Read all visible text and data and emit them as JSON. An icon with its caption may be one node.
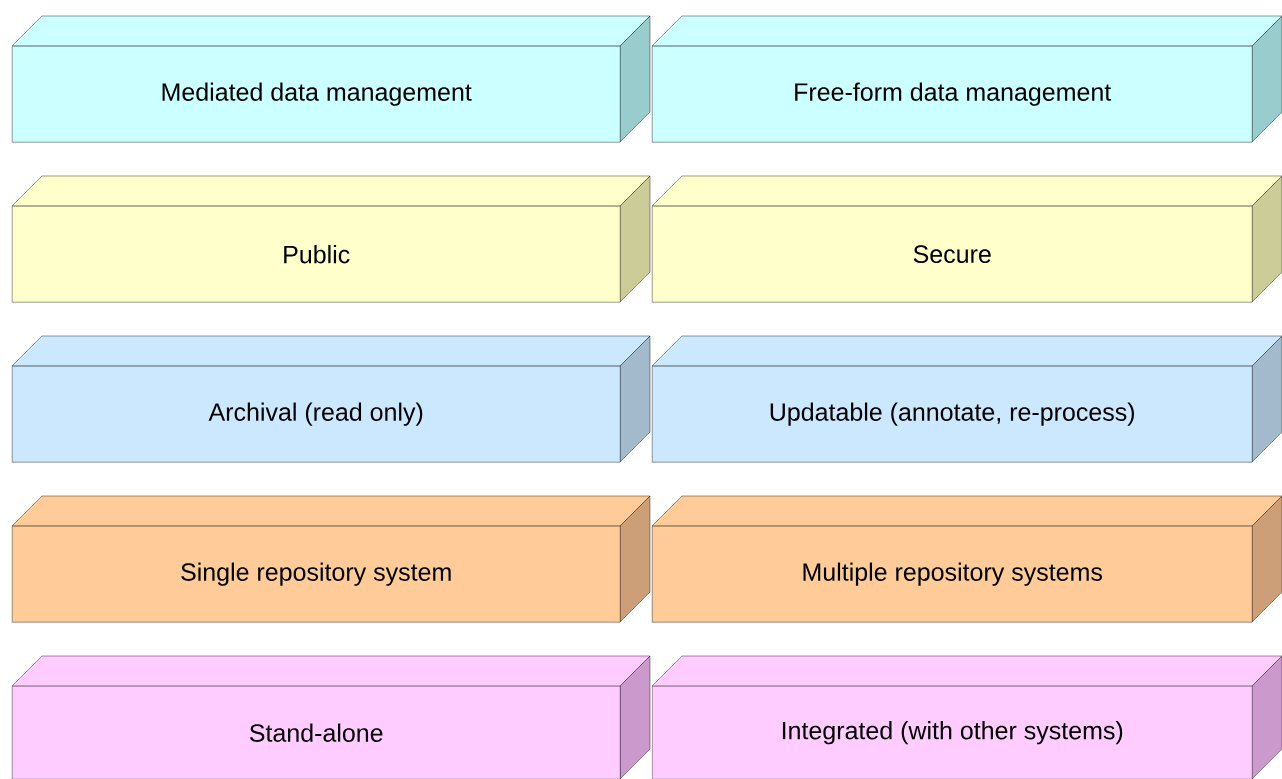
{
  "diagram": {
    "nodes": [
      {
        "text": [
          "Mediated data management"
        ]
      },
      {
        "text": [
          "Free-form data management"
        ]
      },
      {
        "text": [
          "Public"
        ]
      },
      {
        "text": [
          "Secure"
        ]
      },
      {
        "text": [
          "Archival (read only)"
        ]
      },
      {
        "text": [
          "Updatable (annotate, re-process)"
        ]
      },
      {
        "text": [
          "Single repository system"
        ]
      },
      {
        "text": [
          "Multiple repository systems"
        ]
      },
      {
        "text": [
          "Stand-alone"
        ]
      },
      {
        "text": [
          "Integrated (with other systems)"
        ]
      }
    ]
  }
}
